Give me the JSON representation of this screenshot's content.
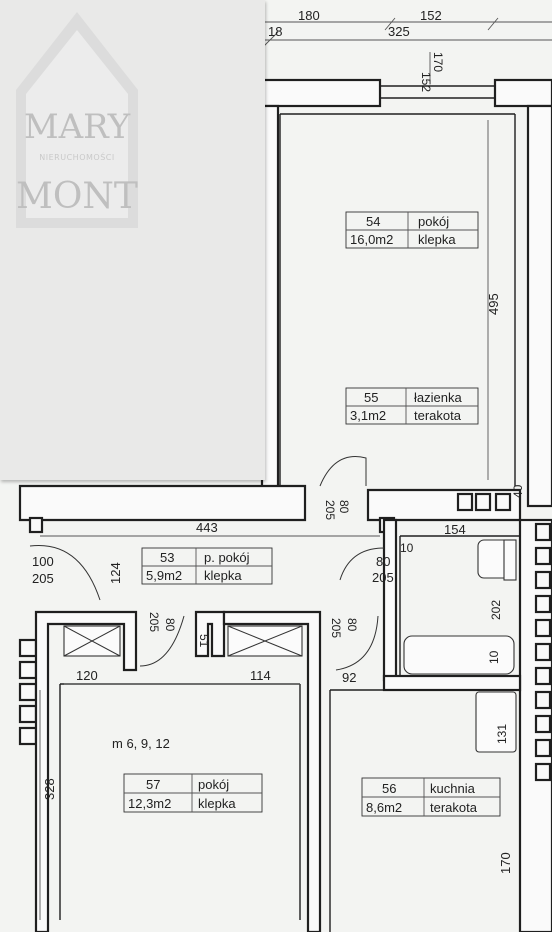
{
  "plan": {
    "dimensions": {
      "d180": "180",
      "d152": "152",
      "d18": "18",
      "d325": "325",
      "d152b": "152",
      "d170a": "170",
      "d495": "495",
      "d443": "443",
      "d100": "100",
      "d205a": "205",
      "d124": "124",
      "d80a": "80",
      "d205b": "205",
      "d40": "40",
      "d154": "154",
      "d10a": "10",
      "d80b": "80",
      "d205c": "205",
      "d202": "202",
      "d80c": "80",
      "d205d": "205",
      "d51": "51",
      "d80d": "80",
      "d205e": "205",
      "d120": "120",
      "d114": "114",
      "d92": "92",
      "d10b": "10",
      "d131": "131",
      "d328": "328",
      "d170b": "170"
    },
    "rooms": [
      {
        "no": "54",
        "name": "pokój",
        "area": "16,0m2",
        "floor": "klepka"
      },
      {
        "no": "55",
        "name": "łazienka",
        "area": "3,1m2",
        "floor": "terakota"
      },
      {
        "no": "53",
        "name": "p. pokój",
        "area": "5,9m2",
        "floor": "klepka"
      },
      {
        "no": "57",
        "name": "pokój",
        "area": "12,3m2",
        "floor": "klepka"
      },
      {
        "no": "56",
        "name": "kuchnia",
        "area": "8,6m2",
        "floor": "terakota"
      }
    ],
    "note": "m 6, 9, 12"
  },
  "logo": {
    "line1": "MARY",
    "line2": "NIERUCHOMOŚCI",
    "line3": "MONT"
  }
}
